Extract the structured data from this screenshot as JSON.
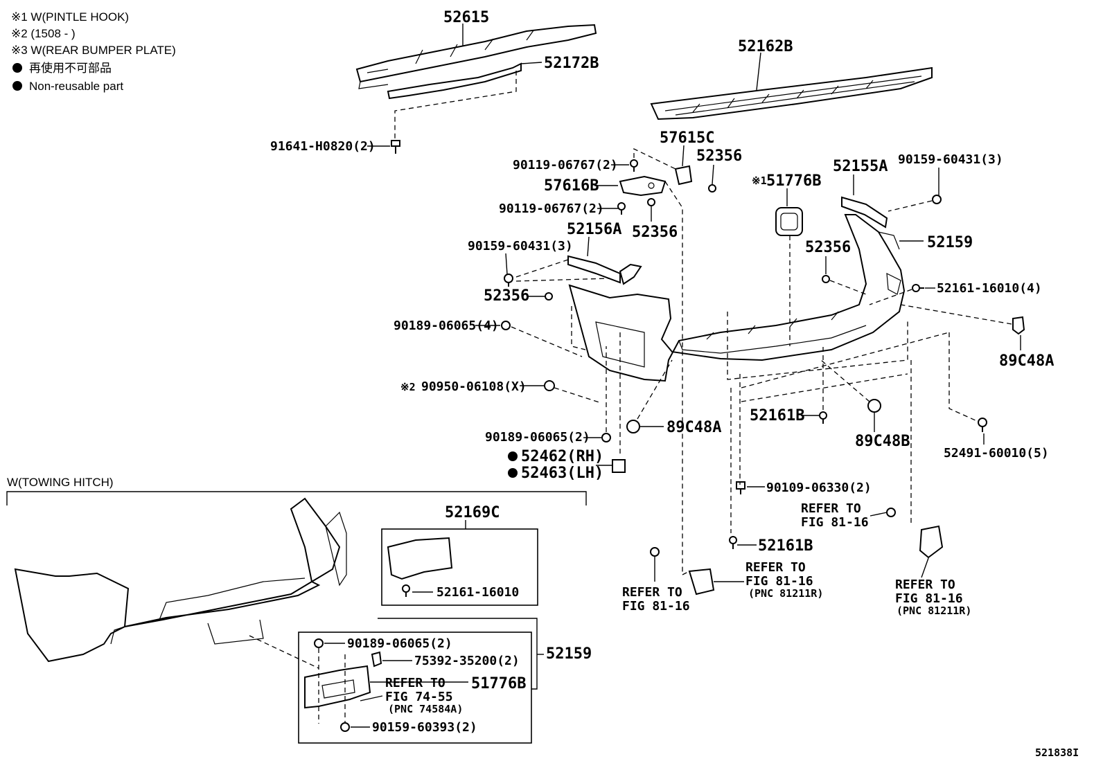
{
  "notes": {
    "n1": "※1 W(PINTLE HOOK)",
    "n2": "※2 (1508 -     )",
    "n3": "※3 W(REAR BUMPER PLATE)",
    "n4": "再使用不可部品",
    "n5": "Non-reusable part"
  },
  "labels": {
    "p52615": "52615",
    "p52172B": "52172B",
    "p91641": "91641-H0820(2)",
    "p52162B": "52162B",
    "p57615C": "57615C",
    "p90119a": "90119-06767(2)",
    "p52356a": "52356",
    "p57616B": "57616B",
    "p90119b": "90119-06767(2)",
    "p52356b": "52356",
    "p52156A": "52156A",
    "p90159a": "90159-60431(3)",
    "p52356c": "52356",
    "p90189a": "90189-06065(4)",
    "p90950": "90950-06108(X)",
    "p90950_mark": "※2",
    "p90189b": "90189-06065(2)",
    "p52462": "52462(RH)",
    "p52463": "52463(LH)",
    "p89C48A_c": "89C48A",
    "p51776B_top": "51776B",
    "p51776B_mark": "※1",
    "p52155A": "52155A",
    "p90159b": "90159-60431(3)",
    "p52159_top": "52159",
    "p52356d": "52356",
    "p52161_16010": "52161-16010(4)",
    "p89C48A_r": "89C48A",
    "p52161B_a": "52161B",
    "p89C48B": "89C48B",
    "p52491": "52491-60010(5)",
    "p90109": "90109-06330(2)",
    "refer1_a": "REFER TO",
    "refer1_b": "FIG 81-16",
    "p52161B_b": "52161B",
    "refer2_a": "REFER TO",
    "refer2_b": "FIG 81-16",
    "refer3_a": "REFER TO",
    "refer3_b": "FIG 81-16",
    "refer3_c": "(PNC 81211R)",
    "refer4_a": "REFER TO",
    "refer4_b": "FIG 81-16",
    "refer4_c": "(PNC 81211R)",
    "towing_title": "W(TOWING HITCH)",
    "p52169C": "52169C",
    "p52161_16010_b": "52161-16010",
    "p52159_bot": "52159",
    "p90189c": "90189-06065(2)",
    "p75392": "75392-35200(2)",
    "p51776B_bot": "51776B",
    "refer5_a": "REFER TO",
    "refer5_b": "FIG 74-55",
    "refer5_c": "(PNC 74584A)",
    "p90159c": "90159-60393(2)",
    "figure_id": "521838I"
  }
}
